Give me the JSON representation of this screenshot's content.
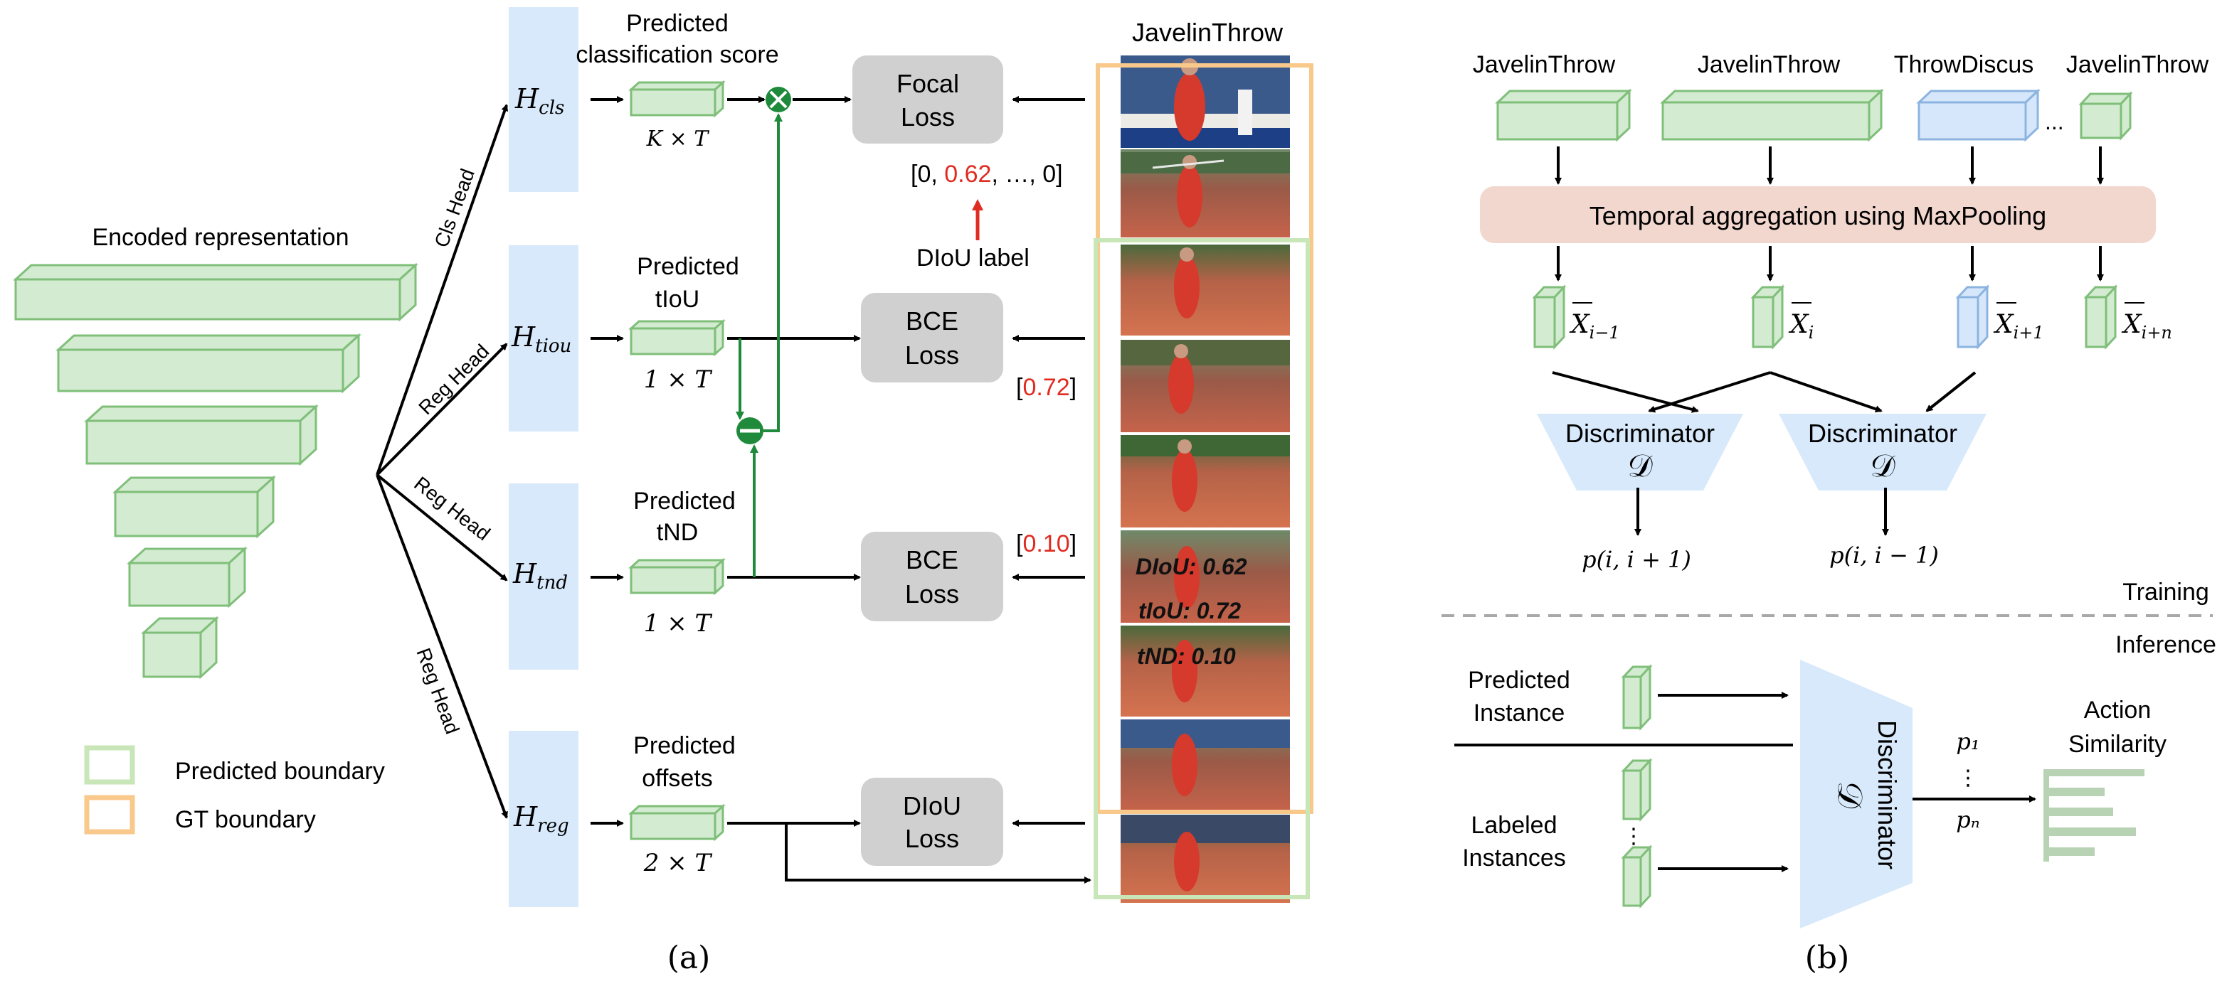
{
  "colors": {
    "green_block_fill": "#d3ebd0",
    "green_block_stroke": "#7fbf7a",
    "head_blue": "#d7e9fb",
    "loss_gray": "#d0d0d0",
    "aggregation_pink": "#f2d7cf",
    "gt_orange": "#f8c98a",
    "pred_green": "#c8e6b8",
    "green_arrow": "#1f8a3b",
    "label_red": "#e02b20",
    "inference_bars": "#b7d3b3"
  },
  "panel_a": {
    "encoded_label": "Encoded representation",
    "branches": [
      "Cls Head",
      "Reg Head",
      "Reg Head",
      "Reg Head"
    ],
    "heads": [
      {
        "symbol": "H",
        "sub": "cls"
      },
      {
        "symbol": "H",
        "sub": "tiou"
      },
      {
        "symbol": "H",
        "sub": "tnd"
      },
      {
        "symbol": "H",
        "sub": "reg"
      }
    ],
    "outputs": [
      {
        "line1": "Predicted",
        "line2": "classification score",
        "dims": "K × T"
      },
      {
        "line1": "Predicted",
        "line2": "tIoU",
        "dims": "1 × T"
      },
      {
        "line1": "Predicted",
        "line2": "tND",
        "dims": "1 × T"
      },
      {
        "line1": "Predicted",
        "line2": "offsets",
        "dims": "2 × T"
      }
    ],
    "losses": [
      {
        "line1": "Focal",
        "line2": "Loss"
      },
      {
        "line1": "BCE",
        "line2": "Loss"
      },
      {
        "line1": "BCE",
        "line2": "Loss"
      },
      {
        "line1": "DIoU",
        "line2": "Loss"
      }
    ],
    "cls_target": {
      "pre": "[0, ",
      "value": "0.62",
      "post": ", …, 0]"
    },
    "diou_label": "DIoU label",
    "tiou_target": {
      "pre": "[",
      "value": "0.72",
      "post": "]"
    },
    "tnd_target": {
      "pre": "[",
      "value": "0.10",
      "post": "]"
    },
    "frames_title": "JavelinThrow",
    "overlay": [
      "DIoU: 0.62",
      "tIoU: 0.72",
      "tND: 0.10"
    ],
    "legend": [
      {
        "label": "Predicted boundary",
        "color": "#c8e6b8"
      },
      {
        "label": "GT boundary",
        "color": "#f8c98a"
      }
    ],
    "caption": "(a)"
  },
  "panel_b": {
    "classes": [
      "JavelinThrow",
      "JavelinThrow",
      "ThrowDiscus",
      "JavelinThrow"
    ],
    "ellipsis": "...",
    "aggregation": "Temporal aggregation using MaxPooling",
    "features": [
      {
        "base": "X",
        "sub": "i−1"
      },
      {
        "base": "X",
        "sub": "i"
      },
      {
        "base": "X",
        "sub": "i+1"
      },
      {
        "base": "X",
        "sub": "i+n"
      }
    ],
    "discriminators": [
      {
        "label": "Discriminator",
        "symbol": "𝒟",
        "prob": "p(i, i + 1)"
      },
      {
        "label": "Discriminator",
        "symbol": "𝒟",
        "prob": "p(i, i − 1)"
      }
    ],
    "training": "Training",
    "inference": "Inference",
    "predicted_instance": [
      "Predicted",
      "Instance"
    ],
    "labeled_instances": [
      "Labeled",
      "Instances"
    ],
    "big_discriminator": {
      "label": "Discriminator",
      "symbol": "𝒟"
    },
    "probs": {
      "first": "p₁",
      "dots": "⋮",
      "last": "pₙ"
    },
    "action_similarity": [
      "Action",
      "Similarity"
    ],
    "caption": "(b)"
  }
}
